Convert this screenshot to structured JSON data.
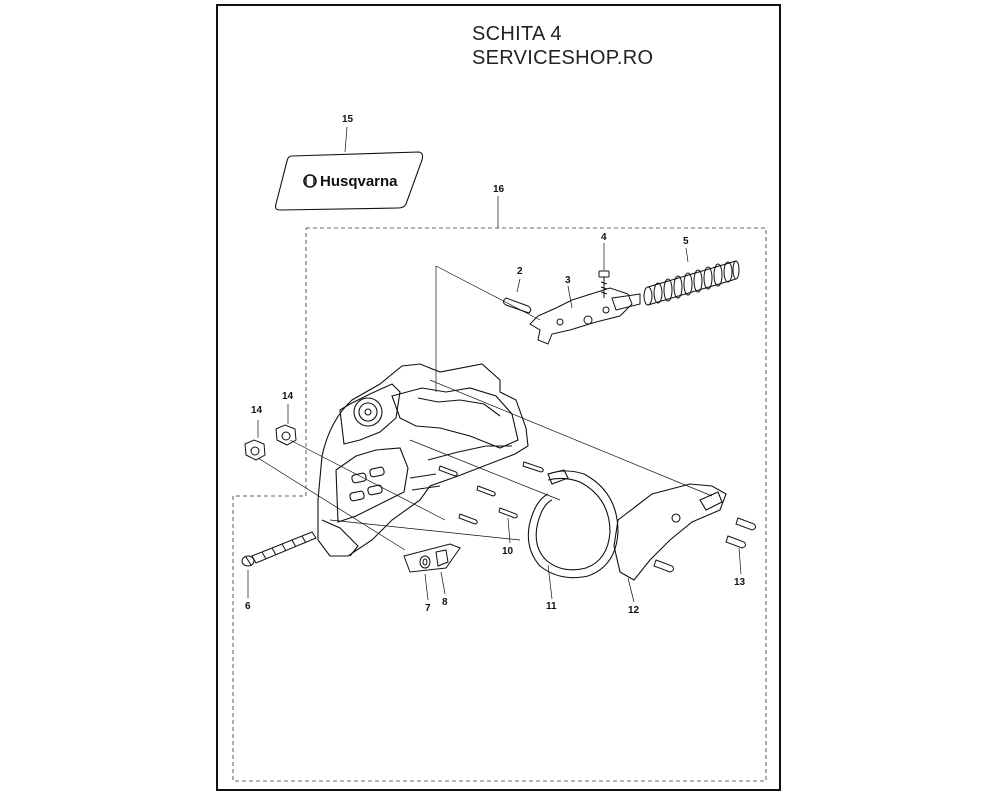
{
  "header": {
    "line1": "SCHITA 4",
    "line2": "SERVICESHOP.RO"
  },
  "decal": {
    "brand": "Husqvarna"
  },
  "callouts": {
    "c2": "2",
    "c3": "3",
    "c4": "4",
    "c5": "5",
    "c6": "6",
    "c7": "7",
    "c8": "8",
    "c10": "10",
    "c11": "11",
    "c12": "12",
    "c13": "13",
    "c14a": "14",
    "c14b": "14",
    "c15": "15",
    "c16": "16"
  },
  "colors": {
    "line": "#111111",
    "frame": "#111111",
    "dash": "#333333"
  }
}
